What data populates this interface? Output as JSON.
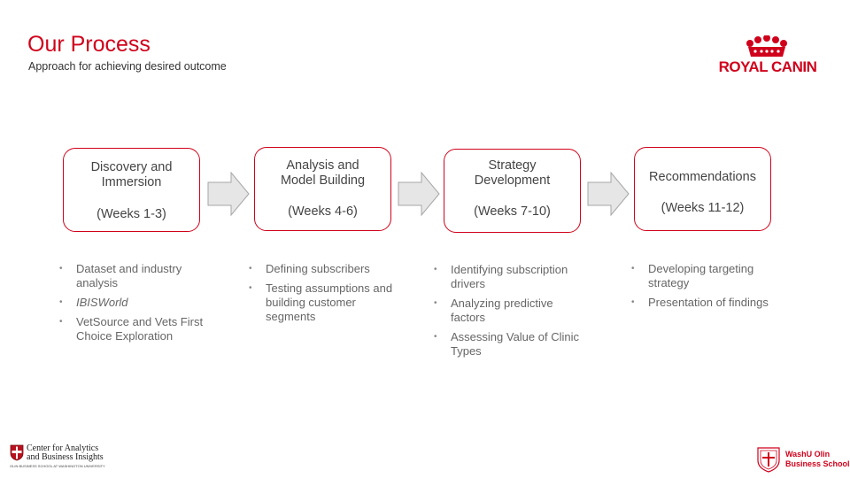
{
  "header": {
    "title": "Our Process",
    "subtitle": "Approach for achieving desired outcome"
  },
  "brand": {
    "wordmark": "ROYAL CANIN",
    "crown_icon": "crown-icon",
    "accent_color": "#d0021b"
  },
  "steps": [
    {
      "label_line1": "Discovery and",
      "label_line2": "Immersion",
      "weeks": "(Weeks 1-3)"
    },
    {
      "label_line1": "Analysis and",
      "label_line2": "Model Building",
      "weeks": "(Weeks 4-6)"
    },
    {
      "label_line1": "Strategy",
      "label_line2": "Development",
      "weeks": "(Weeks 7-10)"
    },
    {
      "label_line1": "Recommendations",
      "label_line2": "",
      "weeks": "(Weeks 11-12)"
    }
  ],
  "bullets": [
    [
      "Dataset and industry analysis",
      "IBISWorld",
      "VetSource and Vets First Choice Exploration"
    ],
    [
      "Defining subscribers",
      "Testing assumptions and building customer segments"
    ],
    [
      "Identifying subscription drivers",
      "Analyzing predictive factors",
      "Assessing Value of Clinic Types"
    ],
    [
      "Developing targeting strategy",
      "Presentation of findings"
    ]
  ],
  "footer": {
    "left_line1": "Center for Analytics",
    "left_line2": "and Business Insights",
    "left_small": "OLIN BUSINESS SCHOOL AT WASHINGTON UNIVERSITY",
    "right_line1": "WashU Olin",
    "right_line2": "Business School"
  }
}
